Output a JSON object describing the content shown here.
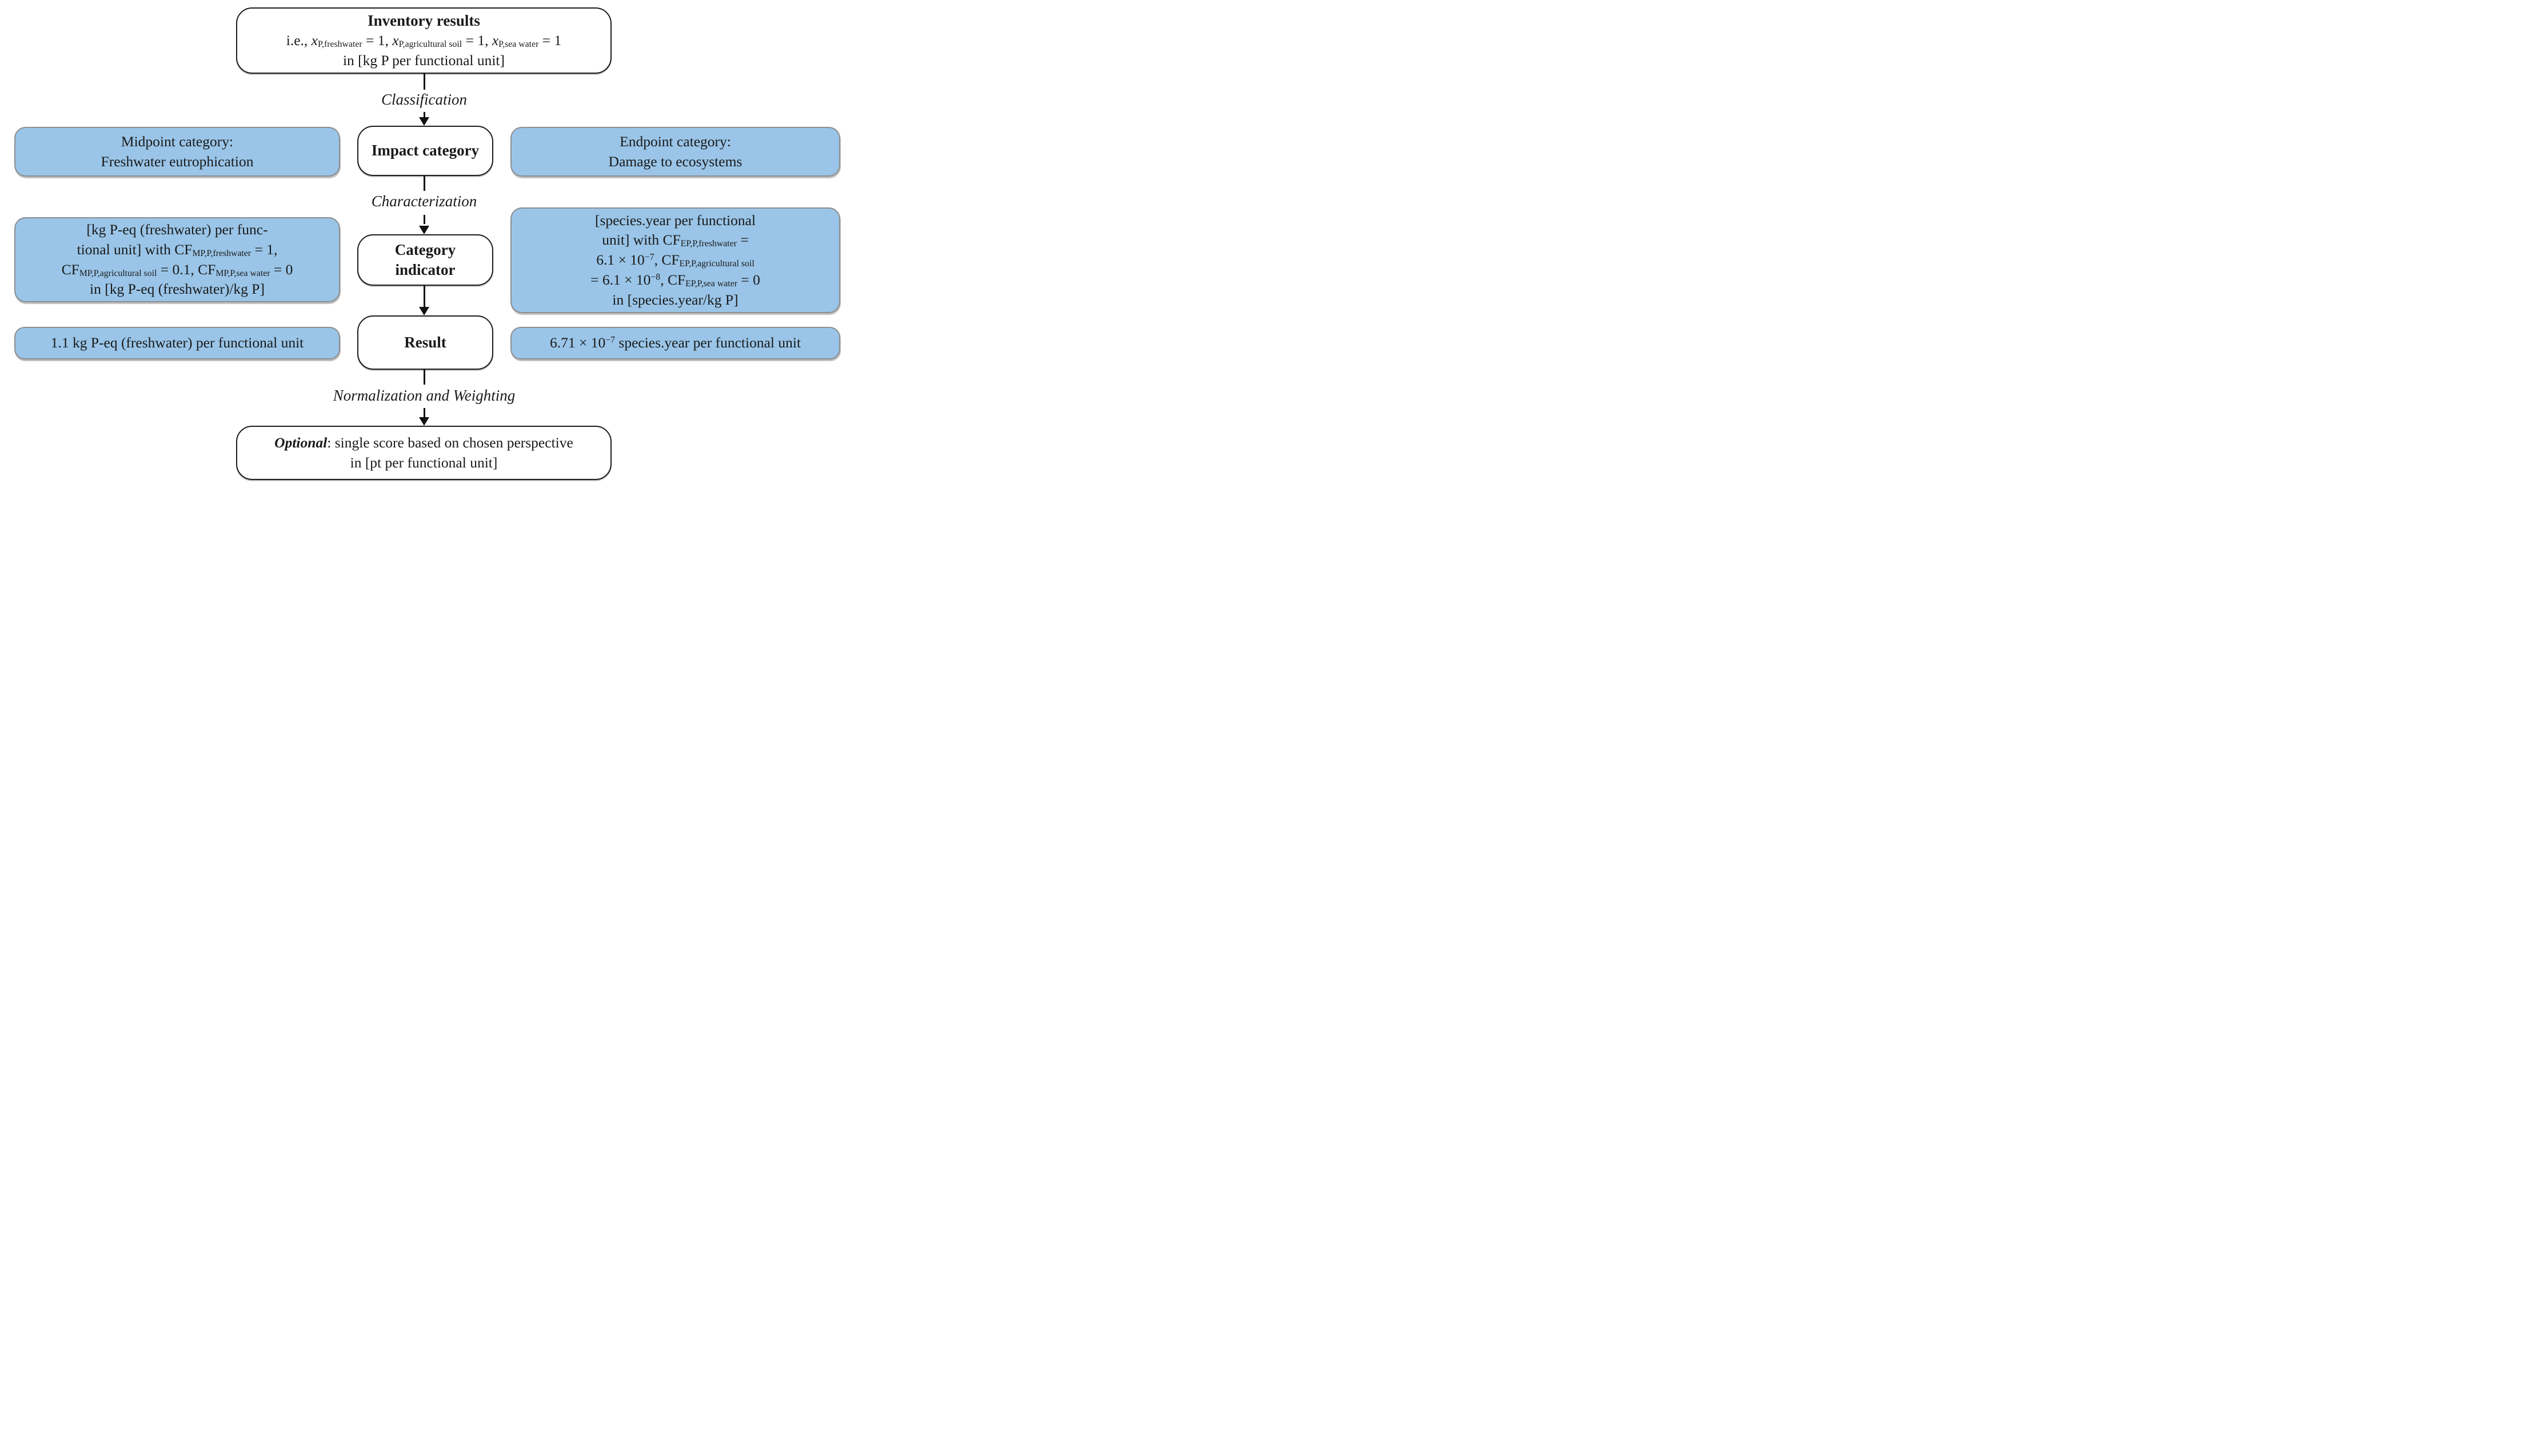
{
  "palette": {
    "background": "#ffffff",
    "box_blue_fill": "#9ac5e8",
    "box_blue_border": "#8e8e8e",
    "box_white_border": "#1c1c1c",
    "text": "#1a1a1a",
    "arrow": "#111111"
  },
  "step_labels": {
    "classification": "Classification",
    "characterization": "Characterization",
    "normalization": "Normalization and Weighting"
  },
  "nodes": {
    "inventory": {
      "title": "Inventory results",
      "lines": [
        [
          {
            "t": "i.e., "
          },
          {
            "i": "x"
          },
          {
            "sub": "P,freshwater"
          },
          {
            "t": " = 1, "
          },
          {
            "i": "x"
          },
          {
            "sub": "P,agricultural soil"
          },
          {
            "t": " = 1, "
          },
          {
            "i": "x"
          },
          {
            "sub": "P,sea water"
          },
          {
            "t": " = 1"
          }
        ],
        [
          {
            "t": "in [kg P per functional unit]"
          }
        ]
      ]
    },
    "midpoint_category": {
      "lines": [
        [
          {
            "t": "Midpoint category:"
          }
        ],
        [
          {
            "t": "Freshwater eutrophication"
          }
        ]
      ]
    },
    "impact_category": {
      "title": "Impact category"
    },
    "endpoint_category": {
      "lines": [
        [
          {
            "t": "Endpoint category:"
          }
        ],
        [
          {
            "t": "Damage to ecosystems"
          }
        ]
      ]
    },
    "midpoint_characterization": {
      "lines": [
        [
          {
            "t": "[kg P-eq (freshwater) per func-"
          }
        ],
        [
          {
            "t": "tional unit] with CF"
          },
          {
            "sub": "MP,P,freshwater"
          },
          {
            "t": " = 1,"
          }
        ],
        [
          {
            "t": "CF"
          },
          {
            "sub": "MP,P,agricultural soil"
          },
          {
            "t": " = 0.1, CF"
          },
          {
            "sub": "MP,P,sea water"
          },
          {
            "t": " = 0"
          }
        ],
        [
          {
            "t": "in [kg P-eq (freshwater)/kg P]"
          }
        ]
      ]
    },
    "category_indicator": {
      "title": "Category indicator"
    },
    "endpoint_characterization": {
      "lines": [
        [
          {
            "t": "[species.year per functional"
          }
        ],
        [
          {
            "t": "unit] with CF"
          },
          {
            "sub": "EP,P,freshwater"
          },
          {
            "t": " ="
          }
        ],
        [
          {
            "t": "6.1 × 10"
          },
          {
            "sup": "−7"
          },
          {
            "t": ", CF"
          },
          {
            "sub": "EP,P,agricultural soil"
          }
        ],
        [
          {
            "t": "= 6.1 × 10"
          },
          {
            "sup": "−8"
          },
          {
            "t": ", CF"
          },
          {
            "sub": "EP,P,sea water"
          },
          {
            "t": " = 0"
          }
        ],
        [
          {
            "t": "in [species.year/kg P]"
          }
        ]
      ]
    },
    "midpoint_result": {
      "lines": [
        [
          {
            "t": "1.1 kg P-eq (freshwater) per functional unit"
          }
        ]
      ]
    },
    "result": {
      "title": "Result"
    },
    "endpoint_result": {
      "lines": [
        [
          {
            "t": "6.71 × 10"
          },
          {
            "sup": "−7"
          },
          {
            "t": " species.year per functional unit"
          }
        ]
      ]
    },
    "optional_score": {
      "lines": [
        [
          {
            "bi": "Optional"
          },
          {
            "t": ": single score based on chosen perspective"
          }
        ],
        [
          {
            "t": "in [pt per functional unit]"
          }
        ]
      ]
    }
  }
}
